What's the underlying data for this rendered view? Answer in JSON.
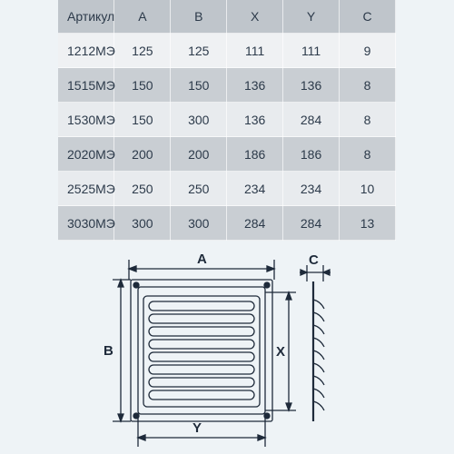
{
  "table": {
    "headers": [
      "Артикул",
      "A",
      "B",
      "X",
      "Y",
      "C"
    ],
    "rows": [
      [
        "1212МЭ",
        "125",
        "125",
        "111",
        "111",
        "9"
      ],
      [
        "1515МЭ",
        "150",
        "150",
        "136",
        "136",
        "8"
      ],
      [
        "1530МЭ",
        "150",
        "300",
        "136",
        "284",
        "8"
      ],
      [
        "2020МЭ",
        "200",
        "200",
        "186",
        "186",
        "8"
      ],
      [
        "2525МЭ",
        "250",
        "250",
        "234",
        "234",
        "10"
      ],
      [
        "3030МЭ",
        "300",
        "300",
        "284",
        "284",
        "13"
      ]
    ]
  },
  "drawing": {
    "label_a": "A",
    "label_b": "B",
    "label_x": "X",
    "label_y": "Y",
    "label_c": "C",
    "stroke_color": "#1e2a3a"
  }
}
